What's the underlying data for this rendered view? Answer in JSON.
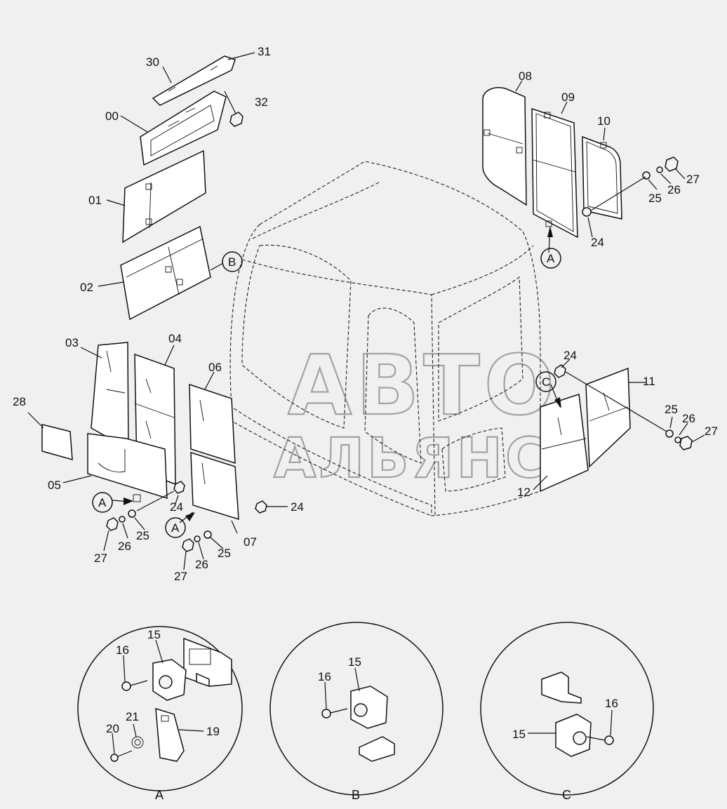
{
  "watermark": {
    "line1": "АВТО",
    "line2": "АЛЬЯНС"
  },
  "labels": {
    "l30": "30",
    "l31": "31",
    "l32": "32",
    "l00": "00",
    "l01": "01",
    "l02": "02",
    "l03": "03",
    "l04": "04",
    "l05": "05",
    "l06": "06",
    "l07": "07",
    "l08": "08",
    "l09": "09",
    "l10": "10",
    "l11": "11",
    "l12": "12",
    "l28": "28",
    "l24a": "24",
    "l24b": "24",
    "l24c": "24",
    "l24d": "24",
    "l25a": "25",
    "l25b": "25",
    "l25c": "25",
    "l25d": "25",
    "l26a": "26",
    "l26b": "26",
    "l26c": "26",
    "l26d": "26",
    "l27a": "27",
    "l27b": "27",
    "l27c": "27",
    "l27d": "27"
  },
  "callouts": {
    "b": "B",
    "a1": "A",
    "a2": "A",
    "a3": "A",
    "c": "C"
  },
  "details": {
    "a": {
      "title": "A",
      "p15": "15",
      "p16": "16",
      "p19": "19",
      "p20": "20",
      "p21": "21"
    },
    "b": {
      "title": "B",
      "p15": "15",
      "p16": "16"
    },
    "c": {
      "title": "C",
      "p15": "15",
      "p16": "16"
    }
  }
}
